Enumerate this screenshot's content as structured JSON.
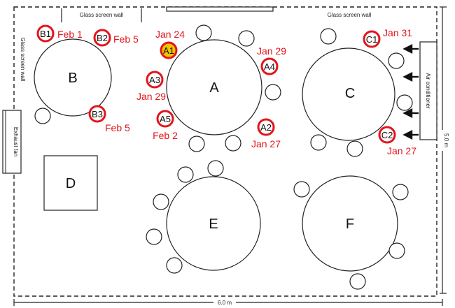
{
  "walls": {
    "glass_wall_top_left": "Glass screen wall",
    "glass_wall_top_right": "Glass screen wall",
    "glass_wall_left": "Glass screen wall",
    "exhaust_fan": "Exhaust fan",
    "air_conditioner": "Air conditioner"
  },
  "dimensions": {
    "width": "6.0 m",
    "height": "5.0 m"
  },
  "tables": {
    "A": "A",
    "B": "B",
    "C": "C",
    "D": "D",
    "E": "E",
    "F": "F"
  },
  "seats": {
    "A1": {
      "id": "A1",
      "date": "Jan 24"
    },
    "A2": {
      "id": "A2",
      "date": "Jan 27"
    },
    "A3": {
      "id": "A3",
      "date": "Jan 29"
    },
    "A4": {
      "id": "A4",
      "date": "Jan 29"
    },
    "A5": {
      "id": "A5",
      "date": "Feb 2"
    },
    "B1": {
      "id": "B1",
      "date": "Feb 1"
    },
    "B2": {
      "id": "B2",
      "date": "Feb 5"
    },
    "B3": {
      "id": "B3",
      "date": "Feb 5"
    },
    "C1": {
      "id": "C1",
      "date": "Jan 31"
    },
    "C2": {
      "id": "C2",
      "date": "Jan 27"
    }
  },
  "colors": {
    "case_ring": "#e3151b",
    "case_text": "#e3151b",
    "index_fill": "#f2c200",
    "line": "#222222"
  }
}
